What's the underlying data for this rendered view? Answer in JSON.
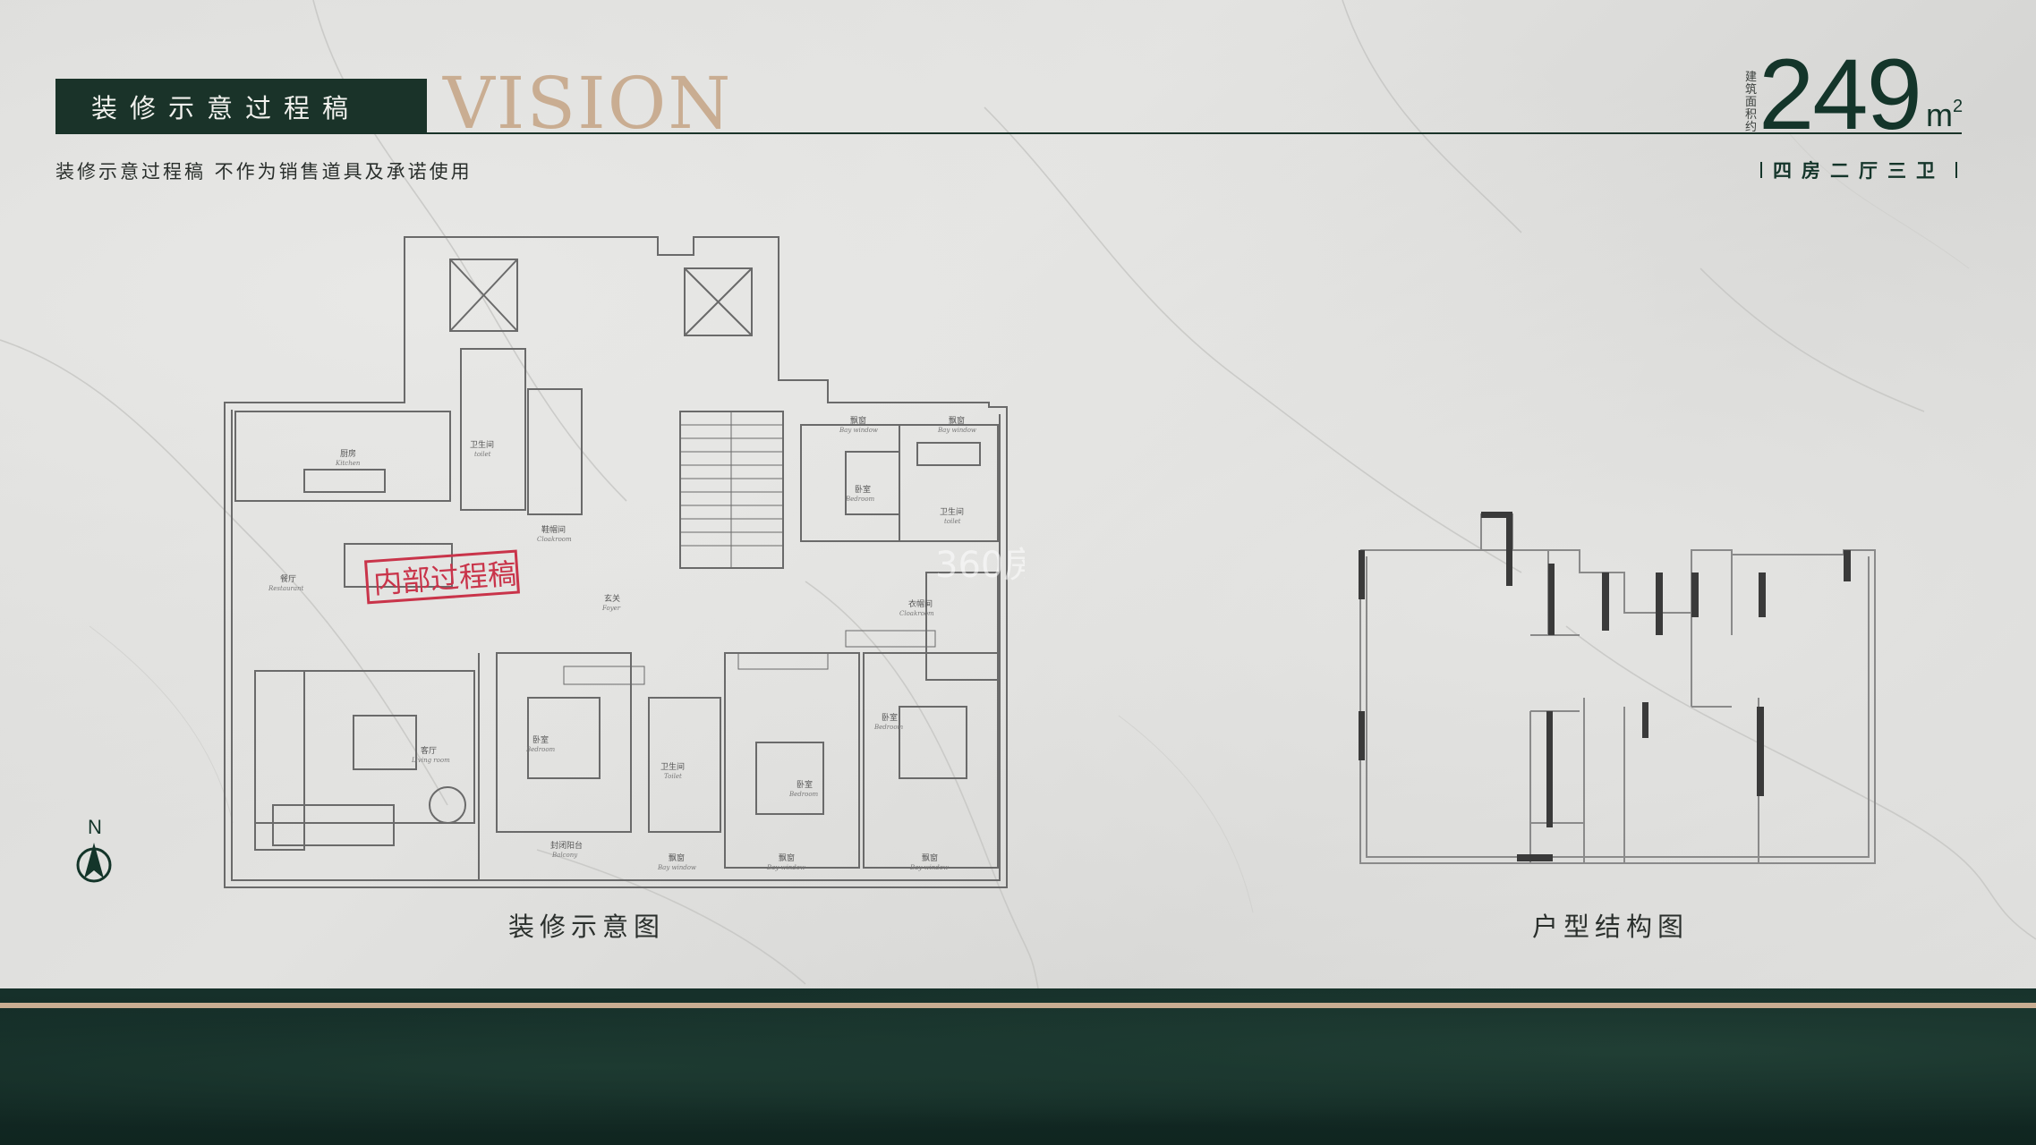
{
  "header": {
    "title": "装修示意过程稿",
    "vision": "VISION",
    "disclaimer": "装修示意过程稿  不作为销售道具及承诺使用",
    "area_label": "建筑面积约",
    "area_value": "249",
    "area_unit": "m",
    "area_unit_sup": "2",
    "layout": [
      "四",
      "房",
      "二",
      "厅",
      "三",
      "卫"
    ]
  },
  "plan_left": {
    "caption": "装修示意图",
    "stamp": "内部过程稿",
    "rooms": [
      {
        "cn": "厨房",
        "en": "Kitchen"
      },
      {
        "cn": "卫生间",
        "en": "toilet"
      },
      {
        "cn": "餐厅",
        "en": "Restaurant"
      },
      {
        "cn": "鞋帽间",
        "en": "Cloakroom"
      },
      {
        "cn": "玄关",
        "en": "Foyer"
      },
      {
        "cn": "飘窗",
        "en": "Bay window"
      },
      {
        "cn": "飘窗",
        "en": "Bay window"
      },
      {
        "cn": "卧室",
        "en": "Bedroom"
      },
      {
        "cn": "卫生间",
        "en": "toilet"
      },
      {
        "cn": "衣帽间",
        "en": "Cloakroom"
      },
      {
        "cn": "客厅",
        "en": "Living room"
      },
      {
        "cn": "卧室",
        "en": "Bedroom"
      },
      {
        "cn": "卫生间",
        "en": "Toilet"
      },
      {
        "cn": "卧室",
        "en": "Bedroom"
      },
      {
        "cn": "卧室",
        "en": "Bedroom"
      },
      {
        "cn": "封闭阳台",
        "en": "Balcony"
      },
      {
        "cn": "飘窗",
        "en": "Bay window"
      },
      {
        "cn": "飘窗",
        "en": "Bay window"
      },
      {
        "cn": "飘窗",
        "en": "Bay window"
      }
    ]
  },
  "plan_right": {
    "caption": "户型结构图"
  },
  "compass": {
    "label": "N"
  },
  "watermark": "360房",
  "colors": {
    "accent_dark": "#1a3329",
    "gold": "#c9ad92",
    "stamp": "#c9344a"
  }
}
